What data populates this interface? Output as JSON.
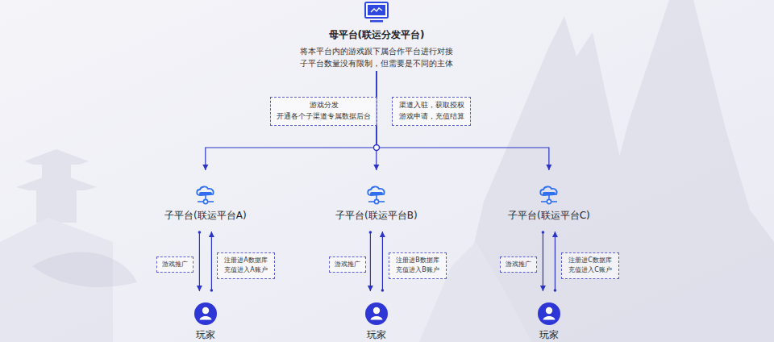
{
  "diagram": {
    "nodes": [
      {
        "text": [
          "母平台(联运分发平台)",
          "将本平台内的游戏跟下属合作平台进行对接 子平台数量没有限制，但需要是不同的主体"
        ]
      },
      {
        "text": [
          "游戏分发 开通各个子渠道专属数据后台"
        ]
      },
      {
        "text": [
          "渠道入驻，获取授权 游戏申请，充值结算"
        ]
      },
      {
        "text": [
          "子平台(联运平台A)"
        ]
      },
      {
        "text": [
          "子平台(联运平台B)"
        ]
      },
      {
        "text": [
          "子平台(联运平台C)"
        ]
      },
      {
        "text": [
          "游戏推广"
        ]
      },
      {
        "text": [
          "注册进A数据库 充值进入A账户"
        ]
      },
      {
        "text": [
          "游戏推广"
        ]
      },
      {
        "text": [
          "注册进B数据库 充值进入B账户"
        ]
      },
      {
        "text": [
          "游戏推广"
        ]
      },
      {
        "text": [
          "注册进C数据库 充值进入C账户"
        ]
      },
      {
        "text": [
          "玩家"
        ]
      },
      {
        "text": [
          "玩家"
        ]
      },
      {
        "text": [
          "玩家"
        ]
      }
    ],
    "edges": [
      {
        "from": 0,
        "to": 3,
        "arrow": "to"
      },
      {
        "from": 0,
        "to": 4,
        "arrow": "to"
      },
      {
        "from": 0,
        "to": 5,
        "arrow": "to"
      },
      {
        "from": 3,
        "to": 12,
        "arrow": "to"
      },
      {
        "from": 12,
        "to": 3,
        "arrow": "to"
      },
      {
        "from": 4,
        "to": 13,
        "arrow": "to"
      },
      {
        "from": 13,
        "to": 4,
        "arrow": "to"
      },
      {
        "from": 5,
        "to": 14,
        "arrow": "to"
      },
      {
        "from": 14,
        "to": 5,
        "arrow": "to"
      }
    ]
  }
}
